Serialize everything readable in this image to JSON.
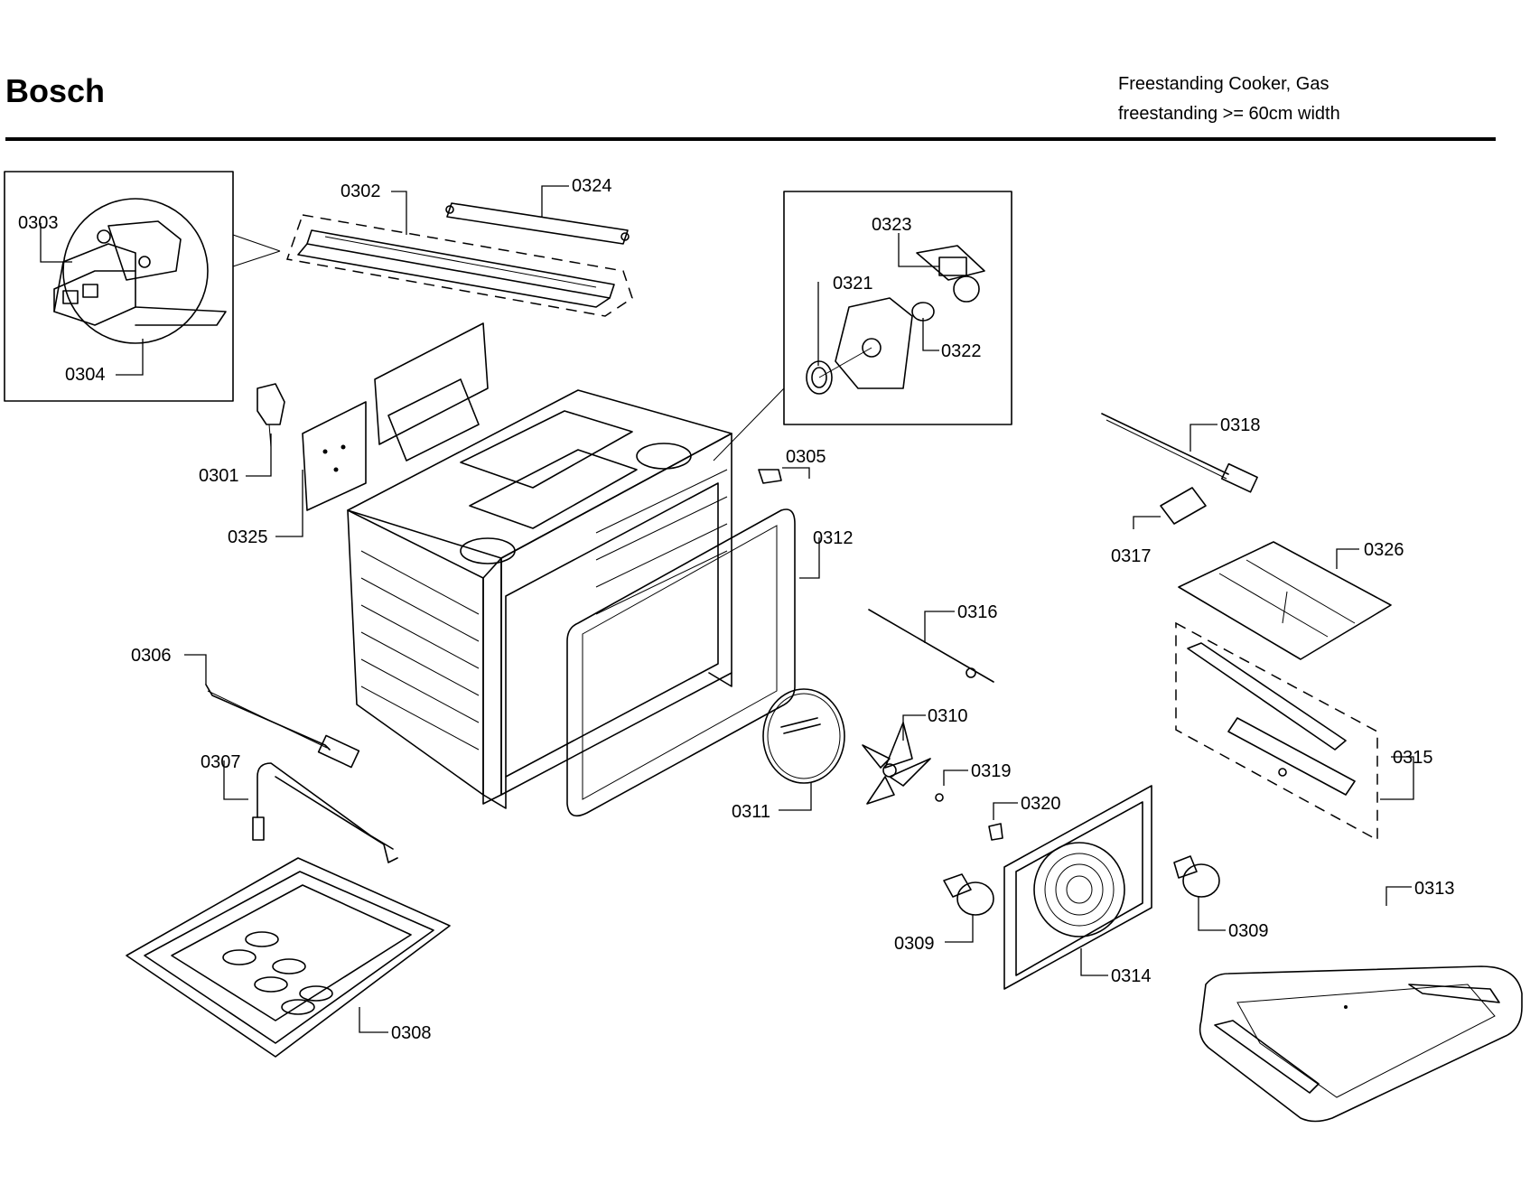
{
  "header": {
    "brand": "Bosch",
    "subtitle_line1": "Freestanding Cooker, Gas",
    "subtitle_line2": "freestanding >= 60cm width"
  },
  "callouts": {
    "p0301": "0301",
    "p0302": "0302",
    "p0303": "0303",
    "p0304": "0304",
    "p0305": "0305",
    "p0306": "0306",
    "p0307": "0307",
    "p0308": "0308",
    "p0309a": "0309",
    "p0309b": "0309",
    "p0310": "0310",
    "p0311": "0311",
    "p0312": "0312",
    "p0313": "0313",
    "p0314": "0314",
    "p0315": "0315",
    "p0316": "0316",
    "p0317": "0317",
    "p0318": "0318",
    "p0319": "0319",
    "p0320": "0320",
    "p0321": "0321",
    "p0322": "0322",
    "p0323": "0323",
    "p0324": "0324",
    "p0325": "0325",
    "p0326": "0326"
  }
}
